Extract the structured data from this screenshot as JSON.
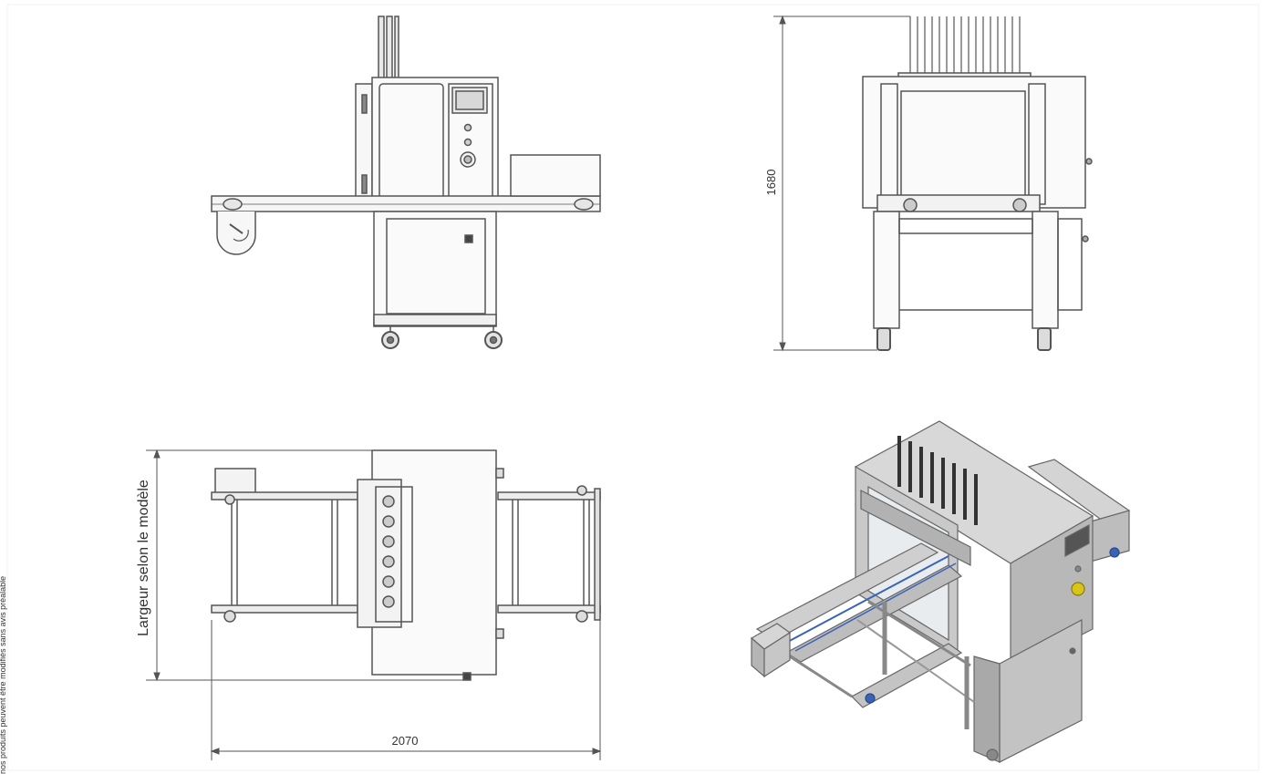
{
  "drawing": {
    "views": [
      "front-view",
      "side-view",
      "top-view",
      "isometric-view"
    ],
    "dimensions": {
      "height": "1680",
      "length": "2070",
      "width_label": "Largeur selon le modèle"
    },
    "side_note": "nos produits peuvent être modifiés sans avis préalable",
    "colors": {
      "line": "#555555",
      "metal_light": "#dfdfdf",
      "metal_mid": "#bdbdbd",
      "metal_dark": "#8e8e8e",
      "accent_blue": "#3a63b8",
      "accent_yellow": "#d8c51a"
    }
  }
}
